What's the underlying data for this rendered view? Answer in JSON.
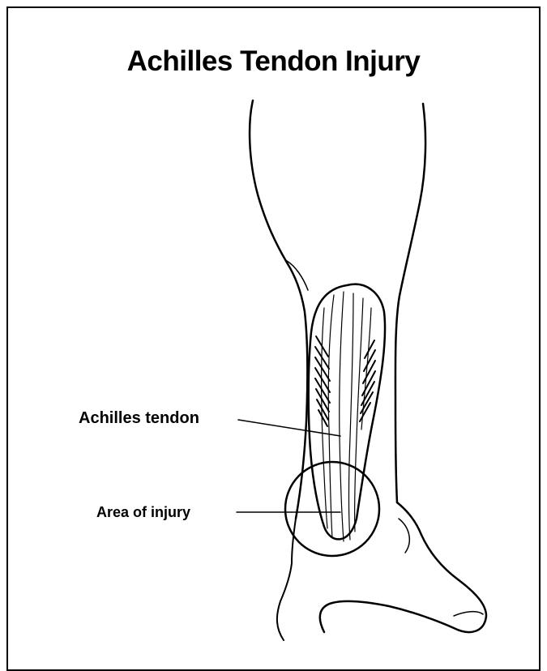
{
  "title": "Achilles Tendon Injury",
  "labels": {
    "tendon": "Achilles tendon",
    "injury": "Area of injury"
  },
  "colors": {
    "ink": "#000000",
    "background": "#ffffff"
  }
}
